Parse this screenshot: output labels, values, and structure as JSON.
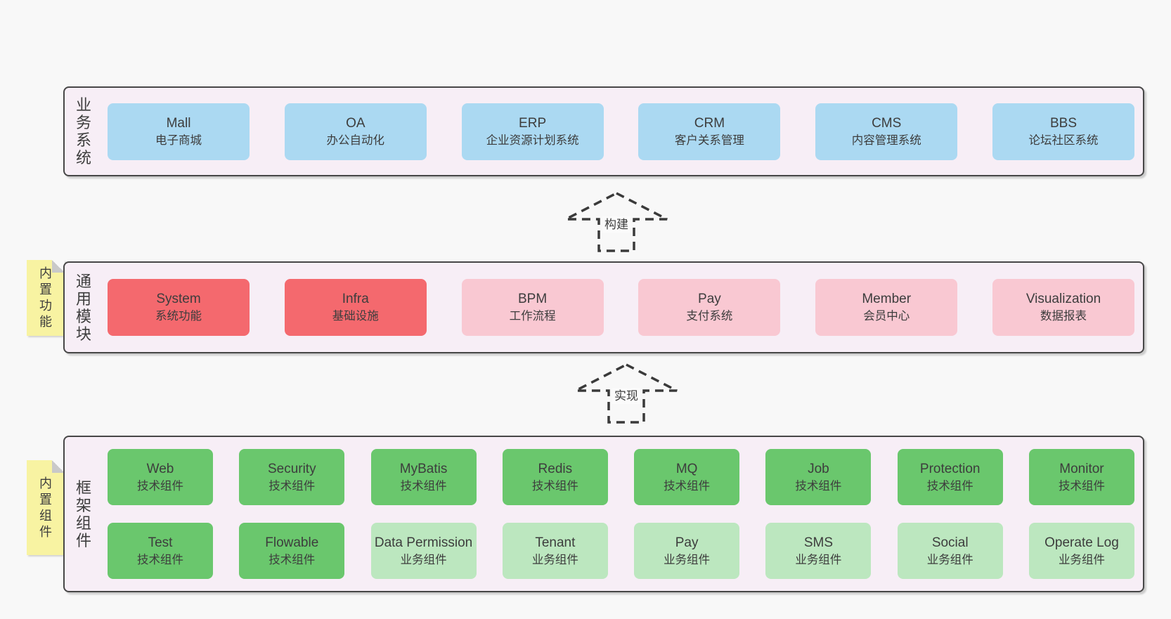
{
  "colors": {
    "container_bg": "#f7eef6",
    "container_border": "#474747",
    "box_blue": "#abd9f2",
    "box_red": "#f4696e",
    "box_pink": "#f9c8d2",
    "box_green": "#6ac76d",
    "box_lightgreen": "#bce7bf",
    "note_bg": "#f8f3a2",
    "note_fold": "#c9c9c9",
    "text": "#3d3d3d"
  },
  "notes": [
    {
      "text": "内置功能"
    },
    {
      "text": "内置组件"
    }
  ],
  "arrows": [
    {
      "label": "构建"
    },
    {
      "label": "实现"
    }
  ],
  "layers": [
    {
      "label": "业务系统",
      "boxes": [
        {
          "en": "Mall",
          "zh": "电子商城"
        },
        {
          "en": "OA",
          "zh": "办公自动化"
        },
        {
          "en": "ERP",
          "zh": "企业资源计划系统"
        },
        {
          "en": "CRM",
          "zh": "客户关系管理"
        },
        {
          "en": "CMS",
          "zh": "内容管理系统"
        },
        {
          "en": "BBS",
          "zh": "论坛社区系统"
        }
      ]
    },
    {
      "label": "通用模块",
      "boxes": [
        {
          "en": "System",
          "zh": "系统功能"
        },
        {
          "en": "Infra",
          "zh": "基础设施"
        },
        {
          "en": "BPM",
          "zh": "工作流程"
        },
        {
          "en": "Pay",
          "zh": "支付系统"
        },
        {
          "en": "Member",
          "zh": "会员中心"
        },
        {
          "en": "Visualization",
          "zh": "数据报表"
        }
      ]
    },
    {
      "label": "框架组件",
      "rows": [
        [
          {
            "en": "Web",
            "zh": "技术组件"
          },
          {
            "en": "Security",
            "zh": "技术组件"
          },
          {
            "en": "MyBatis",
            "zh": "技术组件"
          },
          {
            "en": "Redis",
            "zh": "技术组件"
          },
          {
            "en": "MQ",
            "zh": "技术组件"
          },
          {
            "en": "Job",
            "zh": "技术组件"
          },
          {
            "en": "Protection",
            "zh": "技术组件"
          },
          {
            "en": "Monitor",
            "zh": "技术组件"
          }
        ],
        [
          {
            "en": "Test",
            "zh": "技术组件"
          },
          {
            "en": "Flowable",
            "zh": "技术组件"
          },
          {
            "en": "Data Permission",
            "zh": "业务组件"
          },
          {
            "en": "Tenant",
            "zh": "业务组件"
          },
          {
            "en": "Pay",
            "zh": "业务组件"
          },
          {
            "en": "SMS",
            "zh": "业务组件"
          },
          {
            "en": "Social",
            "zh": "业务组件"
          },
          {
            "en": "Operate Log",
            "zh": "业务组件"
          }
        ]
      ]
    }
  ]
}
